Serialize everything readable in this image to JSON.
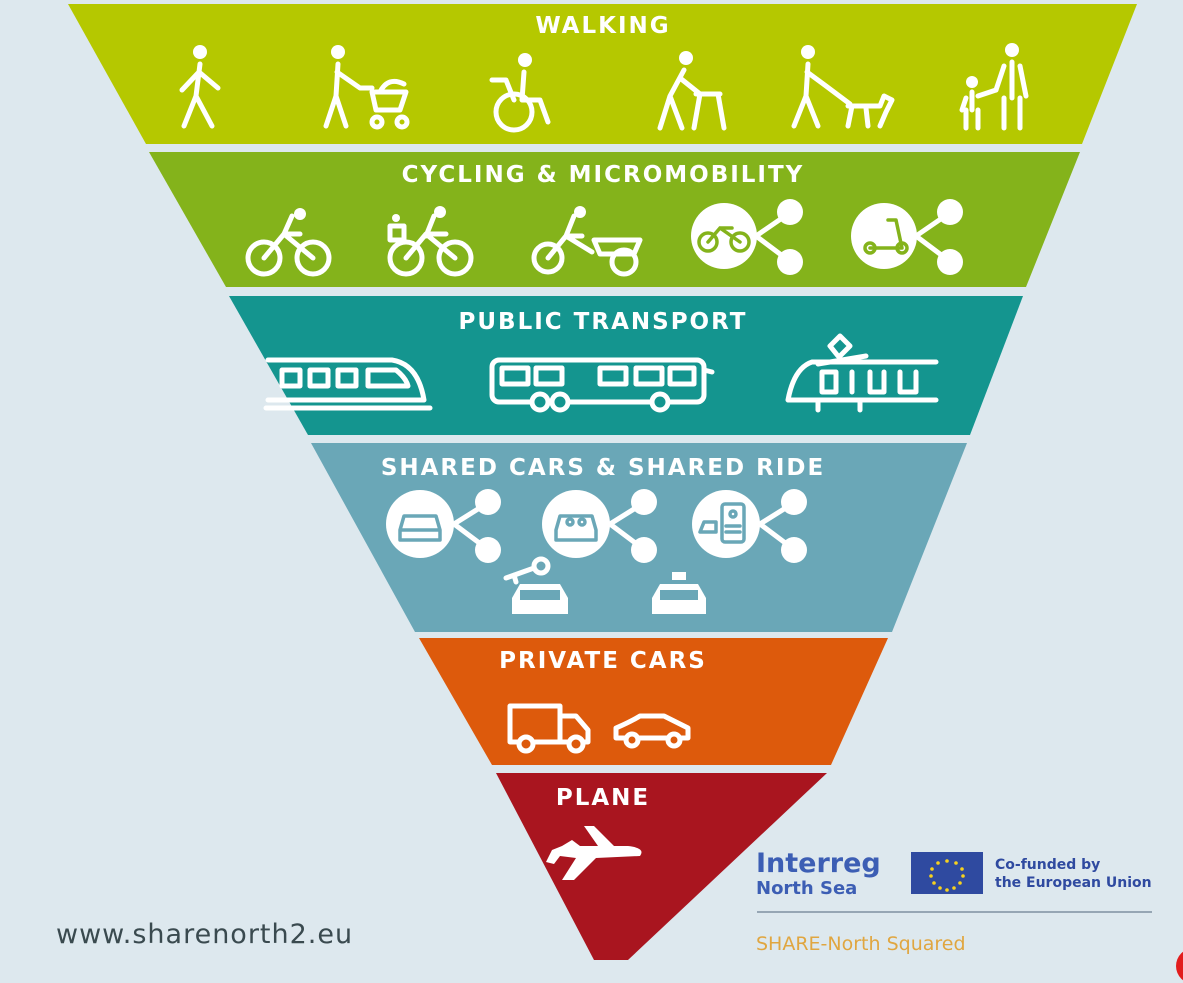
{
  "tiers": [
    {
      "title": "WALKING",
      "color": "#b5c800"
    },
    {
      "title": "CYCLING & MICROMOBILITY",
      "color": "#84b31b"
    },
    {
      "title": "PUBLIC TRANSPORT",
      "color": "#14958f"
    },
    {
      "title": "SHARED CARS & SHARED RIDE",
      "color": "#6aa7b7"
    },
    {
      "title": "PRIVATE CARS",
      "color": "#dd5a0c"
    },
    {
      "title": "PLANE",
      "color": "#a9151f"
    }
  ],
  "icons": {
    "walking": [
      "pedestrian-icon",
      "stroller-icon",
      "wheelchair-icon",
      "walker-icon",
      "dog-walker-icon",
      "parent-child-icon"
    ],
    "cycling": [
      "cyclist-icon",
      "child-seat-bike-icon",
      "cargo-bike-icon",
      "shared-bike-icon",
      "shared-scooter-icon"
    ],
    "public_transport": [
      "train-icon",
      "bus-icon",
      "tram-icon"
    ],
    "shared": [
      "shared-car-icon",
      "carpool-icon",
      "ride-app-icon",
      "car-key-icon",
      "taxi-icon"
    ],
    "private": [
      "truck-icon",
      "car-icon"
    ],
    "plane": [
      "airplane-icon"
    ]
  },
  "footer": {
    "url": "www.sharenorth2.eu",
    "logo_interreg": "Interreg",
    "logo_region": "North Sea",
    "cofund_line1": "Co-funded by",
    "cofund_line2": "the European Union",
    "project": "SHARE-North Squared"
  }
}
